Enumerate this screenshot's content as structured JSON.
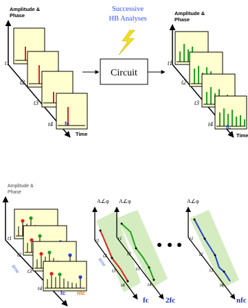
{
  "top": {
    "caption_line1": "Successive",
    "caption_line2": "HB Analyses",
    "circuit_label": "Circuit",
    "left_panel": {
      "y_axis_label_line1": "Amplitude &",
      "y_axis_label_line2": "Phase",
      "time_label": "Time",
      "freq_label": "fc",
      "time_labels": [
        "t1",
        "t2",
        "t3",
        "t4"
      ]
    },
    "right_panel": {
      "y_axis_label_line1": "Amplitude &",
      "y_axis_label_line2": "Phase",
      "time_label": "Time",
      "freq_label": "fc",
      "time_labels": [
        "t1",
        "t2",
        "t3",
        "t4"
      ]
    }
  },
  "bottom": {
    "y_axis_label_line1": "Amplitude &",
    "y_axis_label_line2": "Phase",
    "time_label": "time",
    "time_labels": [
      "t1",
      "t2",
      "t3",
      "t4"
    ],
    "freq_labels": [
      "fc",
      "nfc"
    ],
    "envelope_header": "A∠φ",
    "envelopes": [
      {
        "freq_label": "fc",
        "color": "#e02020"
      },
      {
        "freq_label": "2fc",
        "color": "#20a020"
      },
      {
        "freq_label": "nfc",
        "color": "#2040d0"
      }
    ]
  },
  "colors": {
    "panel_fill": "#ffffd0",
    "spectral_red": "#e02020",
    "spectral_green": "#20a020",
    "caption_blue": "#3050ff",
    "lightning": "#f2e020",
    "envelope_band": "#d4ecc0",
    "freq_blue": "#2030c0",
    "freq_orange": "#e08000"
  }
}
